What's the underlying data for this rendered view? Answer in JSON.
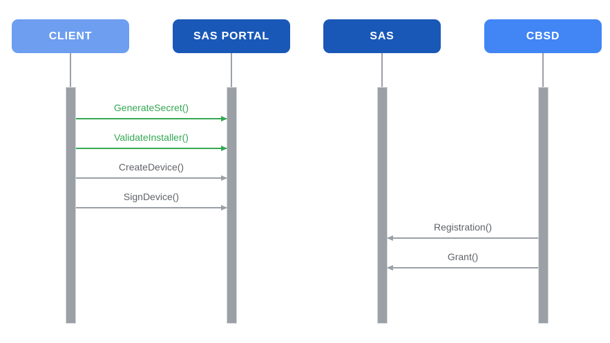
{
  "diagram": {
    "type": "sequence-diagram",
    "actors": [
      {
        "label": "CLIENT",
        "color": "#6D9EF0",
        "text_color": "#FFFFFF"
      },
      {
        "label": "SAS PORTAL",
        "color": "#1958B7",
        "text_color": "#FFFFFF"
      },
      {
        "label": "SAS",
        "color": "#1958B7",
        "text_color": "#FFFFFF"
      },
      {
        "label": "CBSD",
        "color": "#4285F4",
        "text_color": "#FFFFFF"
      }
    ],
    "lifeline_color": "#9AA0A6",
    "messages": [
      {
        "label": "GenerateSecret()",
        "from": "CLIENT",
        "to": "SAS PORTAL",
        "direction": "right",
        "label_color": "#34A853",
        "arrow_color": "#34A853"
      },
      {
        "label": "ValidateInstaller()",
        "from": "CLIENT",
        "to": "SAS PORTAL",
        "direction": "right",
        "label_color": "#34A853",
        "arrow_color": "#34A853"
      },
      {
        "label": "CreateDevice()",
        "from": "CLIENT",
        "to": "SAS PORTAL",
        "direction": "right",
        "label_color": "#5F6368",
        "arrow_color": "#9AA0A6"
      },
      {
        "label": "SignDevice()",
        "from": "CLIENT",
        "to": "SAS PORTAL",
        "direction": "right",
        "label_color": "#5F6368",
        "arrow_color": "#9AA0A6"
      },
      {
        "label": "Registration()",
        "from": "CBSD",
        "to": "SAS",
        "direction": "left",
        "label_color": "#5F6368",
        "arrow_color": "#9AA0A6"
      },
      {
        "label": "Grant()",
        "from": "CBSD",
        "to": "SAS",
        "direction": "left",
        "label_color": "#5F6368",
        "arrow_color": "#9AA0A6"
      }
    ]
  }
}
